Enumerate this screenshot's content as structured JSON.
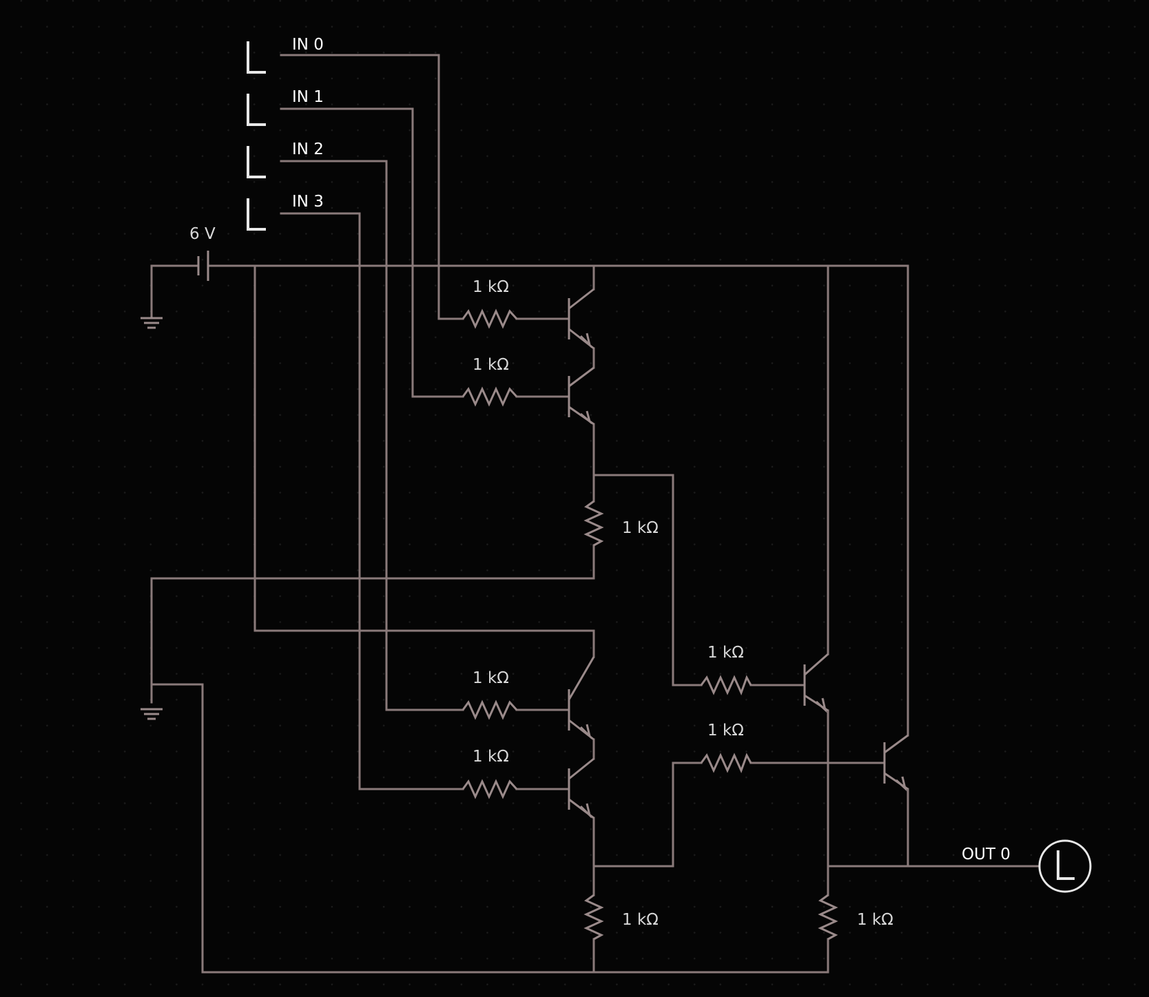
{
  "inputs": [
    {
      "label": "IN 0"
    },
    {
      "label": "IN 1"
    },
    {
      "label": "IN 2"
    },
    {
      "label": "IN 3"
    }
  ],
  "battery": {
    "label": "6 V"
  },
  "output": {
    "label": "OUT 0"
  },
  "resistors": {
    "r_in0": "1 kΩ",
    "r_in1": "1 kΩ",
    "r_pulldown_top": "1 kΩ",
    "r_in2": "1 kΩ",
    "r_in3": "1 kΩ",
    "r_pulldown_bottom": "1 kΩ",
    "r_q5_base": "1 kΩ",
    "r_q6_base": "1 kΩ",
    "r_pulldown_out": "1 kΩ"
  },
  "colors": {
    "background": "#050505",
    "wire": "#8a7a7a",
    "switch": "#e8e8e8"
  }
}
